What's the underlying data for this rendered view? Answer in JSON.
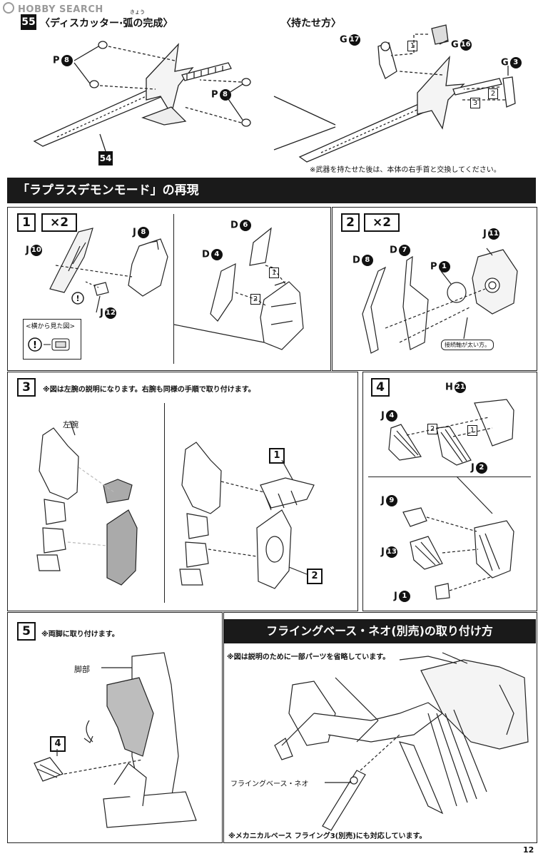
{
  "watermark": {
    "brand": "HOBBY SEARCH"
  },
  "page_number": "12",
  "top_left": {
    "step_number": "55",
    "title": "〈ディスカッター·弧の完成〉",
    "ruby": "きょう",
    "labels": {
      "p_left": "P",
      "p_left_num": "8",
      "p_right": "P",
      "p_right_num": "8",
      "ref_step": "54"
    }
  },
  "top_right": {
    "title": "〈持たせ方〉",
    "labels": {
      "g17_letter": "G",
      "g17_num": "17",
      "g16_letter": "G",
      "g16_num": "16",
      "g3_letter": "G",
      "g3_num": "3"
    },
    "steps": {
      "s1": "1",
      "s2": "2",
      "s3": "3"
    },
    "note": "※武器を持たせた後は、本体の右手首と交換してください。"
  },
  "section_header": "「ラプラスデモンモード」の再現",
  "panel1": {
    "step": "1",
    "mult": "×2",
    "labels": {
      "j10": "J",
      "j10n": "10",
      "j8": "J",
      "j8n": "8",
      "j12": "J",
      "j12n": "12",
      "d6": "D",
      "d6n": "6",
      "d4": "D",
      "d4n": "4"
    },
    "side_view": "<横から見た図>",
    "steps": {
      "s1": "1",
      "s2": "2"
    }
  },
  "panel2": {
    "step": "2",
    "mult": "×2",
    "labels": {
      "d8": "D",
      "d8n": "8",
      "d7": "D",
      "d7n": "7",
      "p1": "P",
      "p1n": "1",
      "j11": "J",
      "j11n": "11"
    },
    "note": "接続軸が太い方。"
  },
  "panel3": {
    "step": "3",
    "note": "※図は左腕の説明になります。右腕も同様の手順で取り付けます。",
    "left_arm": "左腕",
    "steps": {
      "s1": "1",
      "s2": "2"
    }
  },
  "panel4": {
    "step": "4",
    "labels": {
      "h21": "H",
      "h21n": "21",
      "j4": "J",
      "j4n": "4",
      "j2": "J",
      "j2n": "2",
      "j9": "J",
      "j9n": "9",
      "j13": "J",
      "j13n": "13",
      "j1": "J",
      "j1n": "1"
    },
    "steps": {
      "s1": "1",
      "s2": "2"
    }
  },
  "panel5": {
    "step": "5",
    "note": "※両脚に取り付けます。",
    "leg": "脚部",
    "ref": "4"
  },
  "flying": {
    "header": "フライングベース・ネオ(別売)の取り付け方",
    "note": "※図は説明のために一部パーツを省略しています。",
    "base_label": "フライングベース・ネオ",
    "footer": "※メカニカルベース フライング3(別売)にも対応しています。"
  }
}
